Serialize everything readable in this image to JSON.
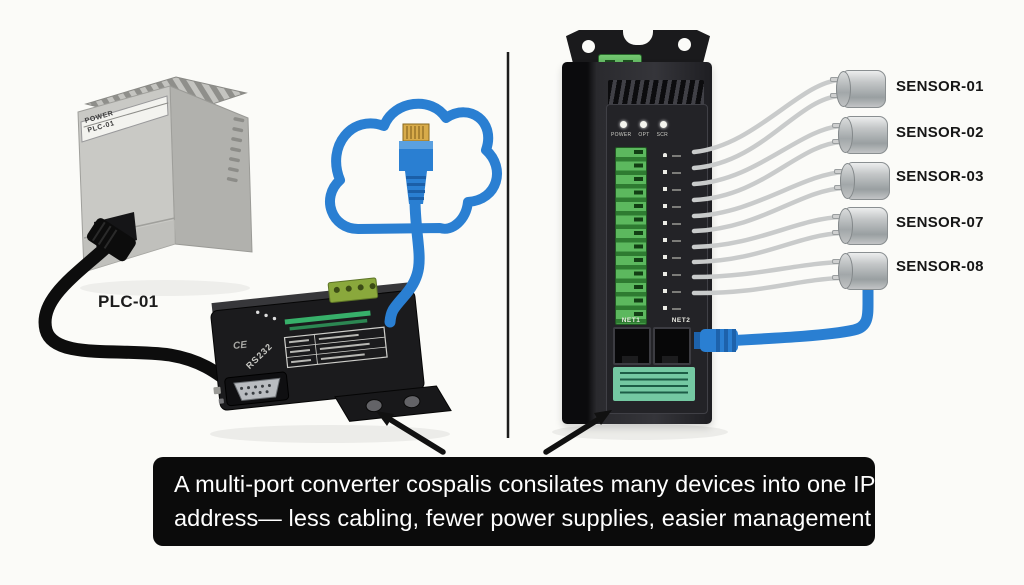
{
  "colors": {
    "background": "#fbfbf8",
    "accent_blue": "#2a7fd2",
    "terminal_green": "#4aa24d",
    "caption_background": "#0b0b0b"
  },
  "plc": {
    "nameplate_line1": "POWER",
    "nameplate_line2": "PLC-01",
    "caption": "PLC-01"
  },
  "serial_converter": {
    "port_label": "RS232",
    "ce_mark": "CE"
  },
  "multiport_server": {
    "led_labels": [
      "POWER",
      "OPT",
      "SCR"
    ],
    "port_labels": [
      "NET1",
      "NET2"
    ]
  },
  "sensors": [
    {
      "label": "SENSOR-01"
    },
    {
      "label": "SENSOR-02"
    },
    {
      "label": "SENSOR-03"
    },
    {
      "label": "SENSOR-07"
    },
    {
      "label": "SENSOR-08"
    }
  ],
  "caption": {
    "line1": "A multi-port converter cospalis consilates many devices into one IP",
    "line2": "address— less cabling, fewer power supplies, easier management"
  }
}
